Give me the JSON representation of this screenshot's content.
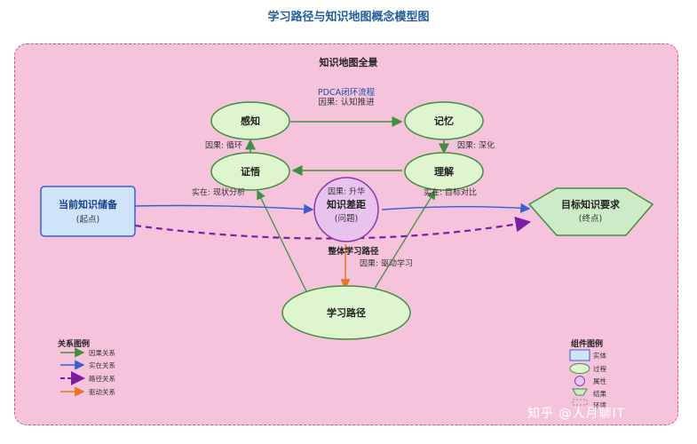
{
  "title": "学习路径与知识地图概念模型图",
  "frame_title": "知识地图全景",
  "pdca": {
    "title": "PDCA闭环流程",
    "subtitle": "因果: 认知推进"
  },
  "nodes": {
    "perceive": "感知",
    "memory": "记忆",
    "verify": "证悟",
    "understand": "理解",
    "gap": "知识差距",
    "gap_sub": "(问题)",
    "current": "当前知识储备",
    "current_sub": "(起点)",
    "target": "目标知识要求",
    "target_sub": "(终点)",
    "path": "学习路径"
  },
  "edge_labels": {
    "cycle": "因果: 循环",
    "deepen": "因果: 深化",
    "reality_analysis": "实在: 现状分析",
    "elevate": "因果: 升华",
    "target_compare": "实在: 目标对比",
    "overall_path": "整体学习路径",
    "drive_learning": "因果: 驱动学习"
  },
  "relation_legend": {
    "title": "关系图例",
    "items": [
      "因果关系",
      "实在关系",
      "路径关系",
      "驱动关系"
    ]
  },
  "component_legend": {
    "title": "组件图例",
    "items": [
      "实体",
      "过程",
      "属性",
      "结果",
      "环境"
    ]
  },
  "colors": {
    "causal": "#3f8f3f",
    "reality": "#3a5fcd",
    "path": "#7b1fa2",
    "drive": "#e8741e",
    "process_fill": "#dff5d0",
    "entity_fill": "#cfe3fb",
    "attribute_fill": "#e7c3ee",
    "result_fill": "#cdebc6"
  },
  "watermark": "知乎 @人月聊IT"
}
